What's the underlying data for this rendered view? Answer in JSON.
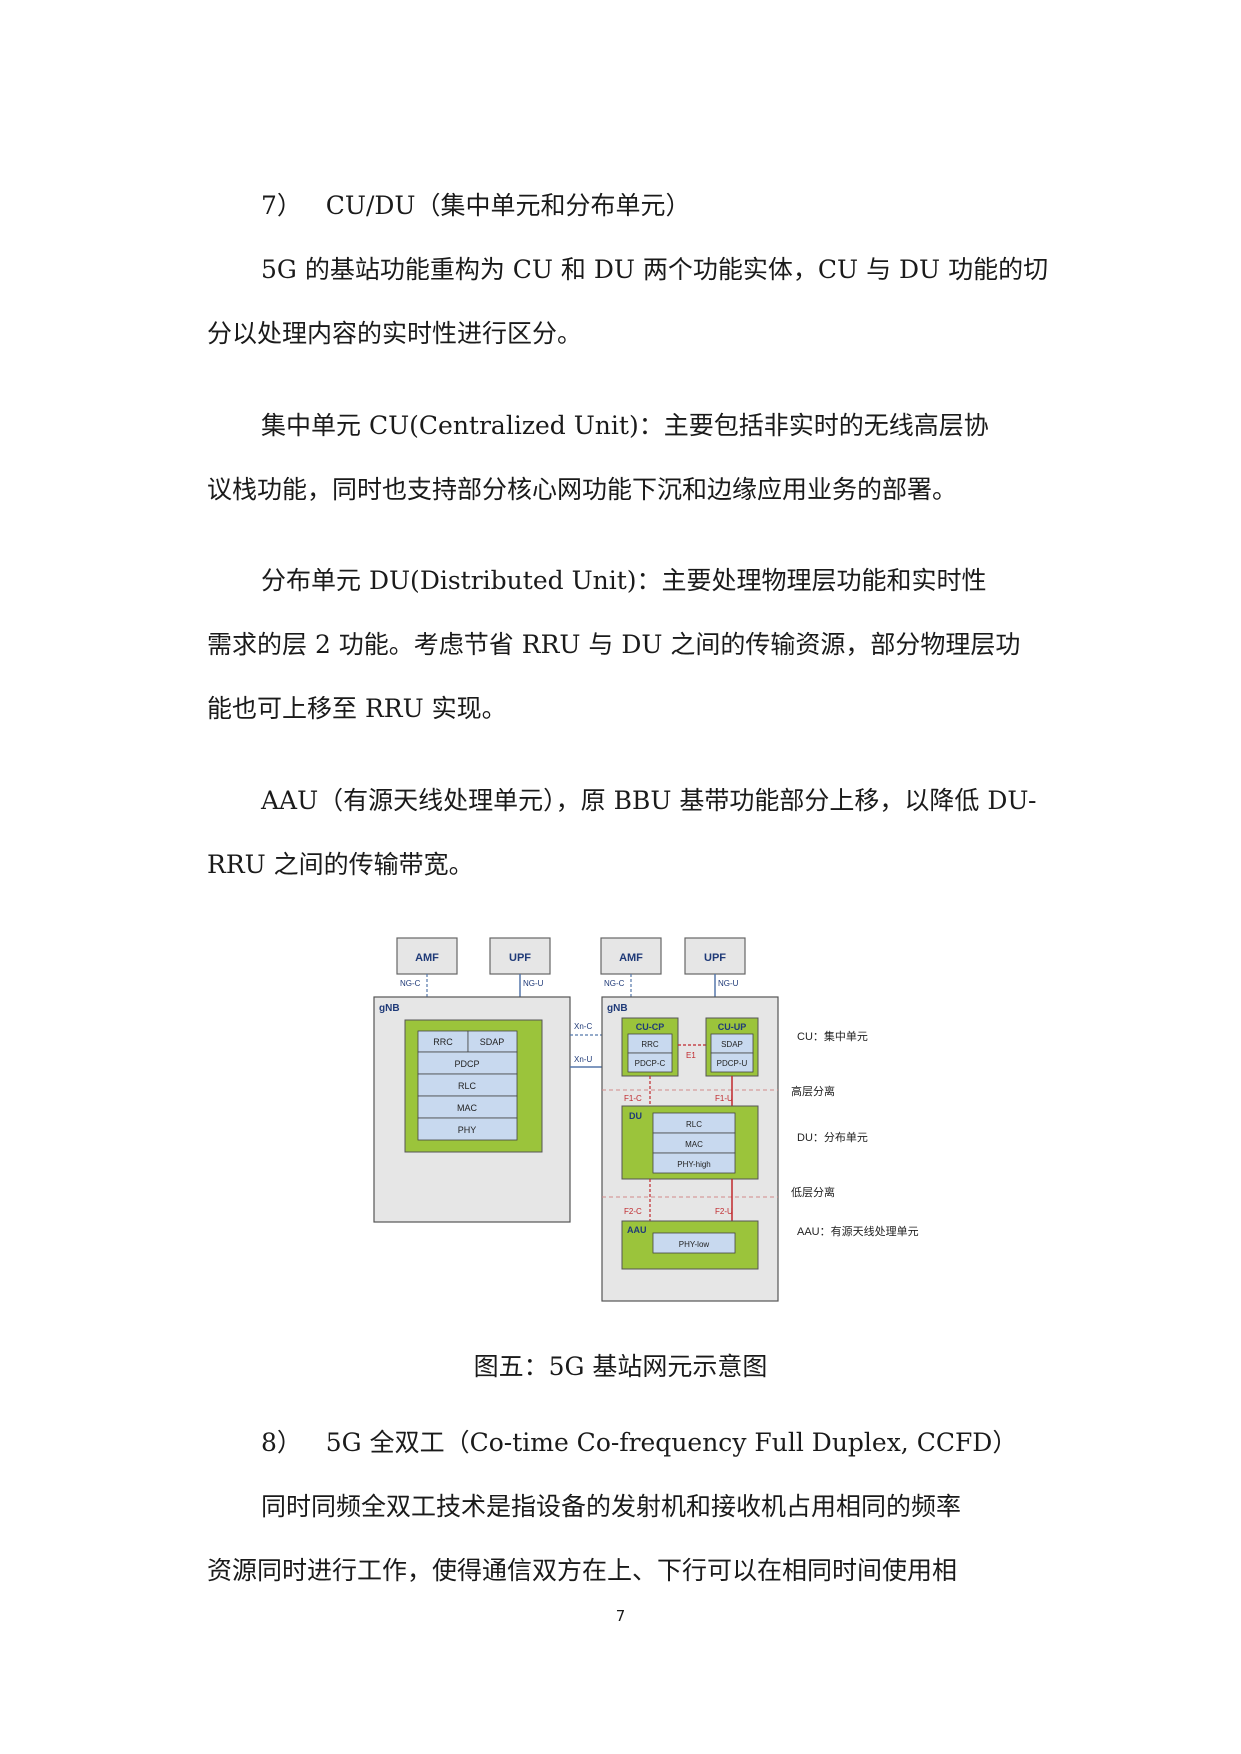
{
  "paragraphs": {
    "heading7": "7）   CU/DU（集中单元和分布单元）",
    "p1_l1": "5G 的基站功能重构为 CU 和 DU 两个功能实体，CU 与 DU 功能的切",
    "p1_l2": "分以处理内容的实时性进行区分。",
    "p2_l1": "集中单元 CU(Centralized Unit)：主要包括非实时的无线高层协",
    "p2_l2": "议栈功能，同时也支持部分核心网功能下沉和边缘应用业务的部署。",
    "p3_l1": "分布单元 DU(Distributed Unit)：主要处理物理层功能和实时性",
    "p3_l2": "需求的层 2 功能。考虑节省 RRU 与 DU 之间的传输资源，部分物理层功",
    "p3_l3": "能也可上移至 RRU 实现。",
    "p4_l1": "AAU（有源天线处理单元），原 BBU 基带功能部分上移，以降低 DU-",
    "p4_l2": "RRU 之间的传输带宽。",
    "caption": "图五：5G 基站网元示意图",
    "heading8": "8）   5G 全双工（Co-time Co-frequency Full Duplex, CCFD）",
    "p5_l1": "同时同频全双工技术是指设备的发射机和接收机占用相同的频率",
    "p5_l2": "资源同时进行工作，使得通信双方在上、下行可以在相同时间使用相"
  },
  "page_number": "7",
  "diagram": {
    "left": {
      "amf": "AMF",
      "upf": "UPF",
      "ngc": "NG-C",
      "ngu": "NG-U",
      "gnb": "gNB",
      "rrc": "RRC",
      "sdap": "SDAP",
      "pdcp": "PDCP",
      "rlc": "RLC",
      "mac": "MAC",
      "phy": "PHY"
    },
    "xnc": "Xn-C",
    "xnu": "Xn-U",
    "right": {
      "amf": "AMF",
      "upf": "UPF",
      "ngc": "NG-C",
      "ngu": "NG-U",
      "gnb": "gNB",
      "cucp": "CU-CP",
      "cuup": "CU-UP",
      "rrc": "RRC",
      "pdcpc": "PDCP-C",
      "sdap": "SDAP",
      "pdcpu": "PDCP-U",
      "e1": "E1",
      "f1c": "F1-C",
      "f1u": "F1-U",
      "du": "DU",
      "rlc": "RLC",
      "mac": "MAC",
      "phyhigh": "PHY-high",
      "f2c": "F2-C",
      "f2u": "F2-U",
      "aau": "AAU",
      "phylow": "PHY-low"
    },
    "labels": {
      "cu": "CU：集中单元",
      "high": "高层分离",
      "du": "DU：分布单元",
      "low": "低层分离",
      "aau": "AAU：有源天线处理单元"
    },
    "colors": {
      "green": "#9bc43b",
      "inner_box": "#c8d9ef",
      "gnb_bg": "#e6e6e6",
      "label_blue": "#1f3a78",
      "split_red": "#c0282d"
    }
  }
}
